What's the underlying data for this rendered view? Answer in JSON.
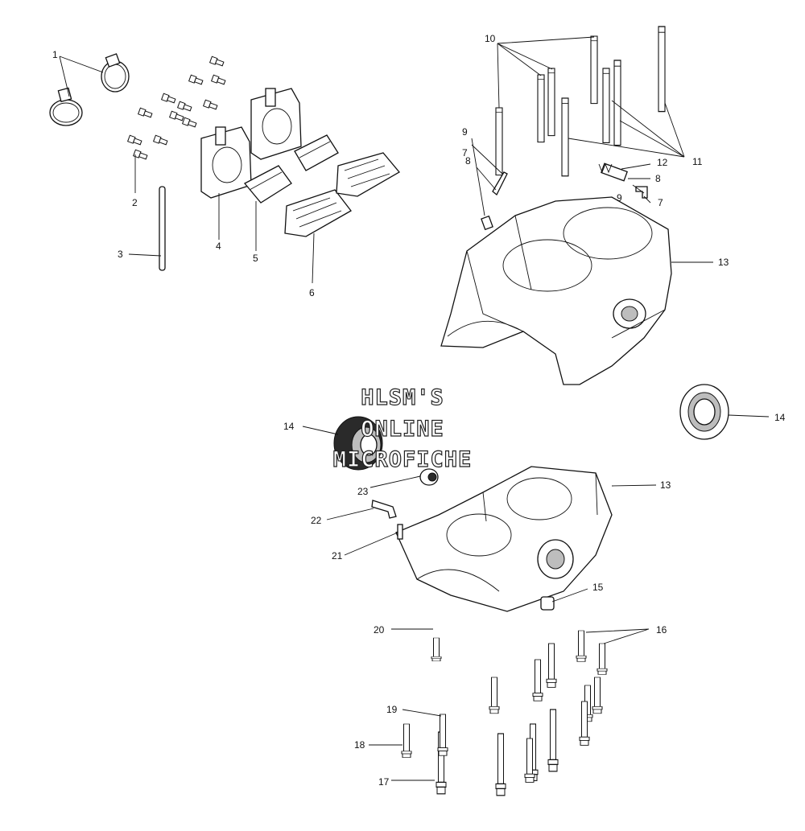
{
  "watermark": {
    "lines": [
      "HLSM'S",
      "ONLINE",
      "MICROFICHE"
    ]
  },
  "callouts": [
    "1",
    "2",
    "3",
    "4",
    "5",
    "6",
    "7",
    "8",
    "9",
    "10",
    "11",
    "12",
    "13",
    "14",
    "15",
    "16",
    "17",
    "18",
    "19",
    "20",
    "21",
    "22",
    "23"
  ]
}
